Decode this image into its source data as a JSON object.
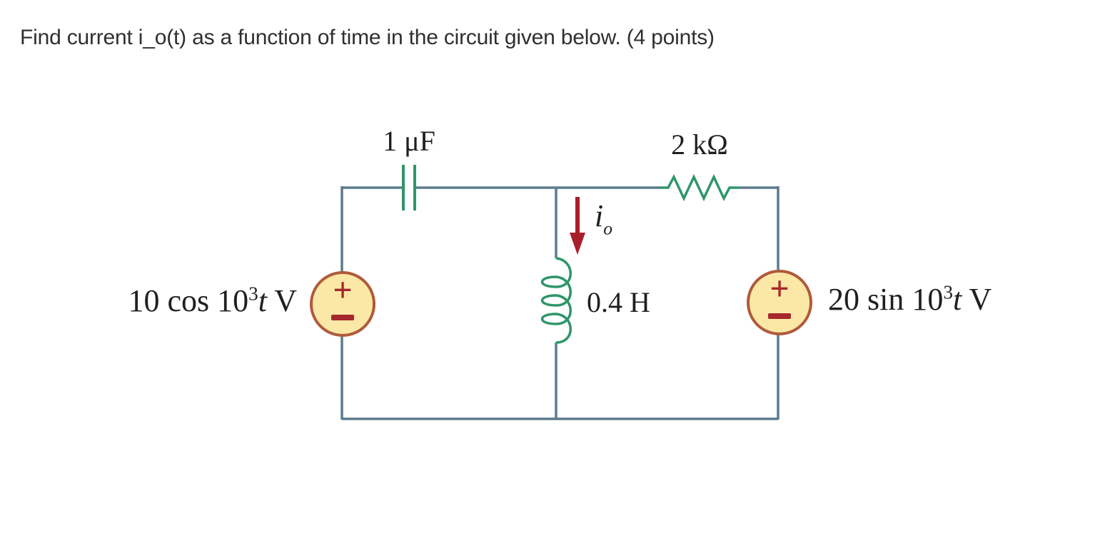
{
  "page": {
    "title": "Find current i_o(t) as a function of time in the circuit given below.  (4 points)"
  },
  "colors": {
    "wire": "#5d7b8d",
    "component_green": "#2e9668",
    "current_arrow_red": "#a81e2a",
    "source_fill": "#fce8a6",
    "source_border": "#b05a3c",
    "polarity_red": "#a6282c",
    "label_text": "#1f1f1f",
    "title_text": "#2f2f2f"
  },
  "circuit": {
    "capacitor": {
      "label": "1 μF"
    },
    "resistor": {
      "label": "2 kΩ"
    },
    "inductor": {
      "label": "0.4 H"
    },
    "current": {
      "symbol": "i",
      "subscript": "o",
      "direction": "down"
    },
    "source_left": {
      "coefficient": "10",
      "function": "cos",
      "base": "10",
      "exponent": "3",
      "variable": "t",
      "unit": "V",
      "plus": "+"
    },
    "source_right": {
      "coefficient": "20",
      "function": "sin",
      "base": "10",
      "exponent": "3",
      "variable": "t",
      "unit": "V",
      "plus": "+"
    }
  }
}
